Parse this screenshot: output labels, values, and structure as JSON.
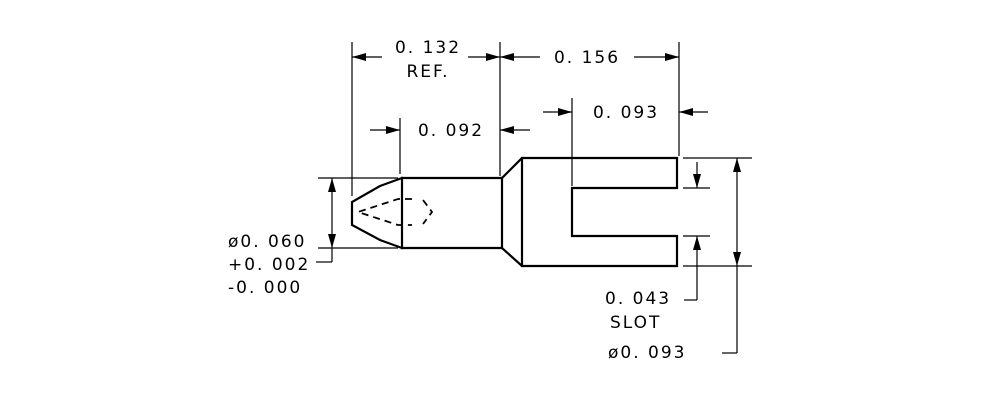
{
  "dimensions": {
    "overall_ref_value": "0. 132",
    "overall_ref_note": "REF.",
    "fork_length": "0. 156",
    "barrel_length": "0. 092",
    "slot_depth": "0. 093",
    "tip_diameter": "ø0. 060",
    "tip_tolerance_plus": "+0. 002",
    "tip_tolerance_minus": "-0. 000",
    "slot_width_value": "0. 043",
    "slot_width_note": "SLOT",
    "fork_diameter": "ø0. 093"
  }
}
